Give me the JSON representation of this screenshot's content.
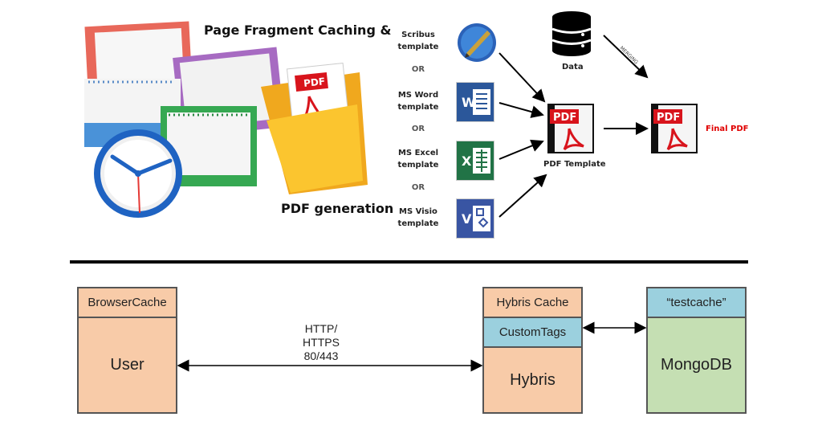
{
  "top": {
    "title_line1": "Page Fragment Caching &",
    "title_line2": "PDF generation",
    "templates": [
      {
        "label1": "Scribus",
        "label2": "template"
      },
      {
        "label1": "MS Word",
        "label2": "template"
      },
      {
        "label1": "MS Excel",
        "label2": "template"
      },
      {
        "label1": "MS Visio",
        "label2": "template"
      }
    ],
    "or_label": "OR",
    "data_label": "Data",
    "merging_label": "MERGING",
    "pdf_template_label": "PDF Template",
    "final_pdf_label": "Final PDF",
    "pdf_badge": "PDF",
    "word_letter": "W",
    "excel_letter": "X",
    "visio_letter": "V"
  },
  "bottom": {
    "browser_cache": "BrowserCache",
    "user": "User",
    "http_line1": "HTTP/",
    "http_line2": "HTTPS",
    "http_line3": "80/443",
    "hybris_cache": "Hybris Cache",
    "custom_tags": "CustomTags",
    "hybris": "Hybris",
    "testcache": "“testcache”",
    "mongodb": "MongoDB"
  },
  "colors": {
    "peach": "#f8cba8",
    "blue": "#9bd0de",
    "green": "#c5dfb3",
    "pdf_red": "#d8141c",
    "final_red": "#e00000"
  }
}
